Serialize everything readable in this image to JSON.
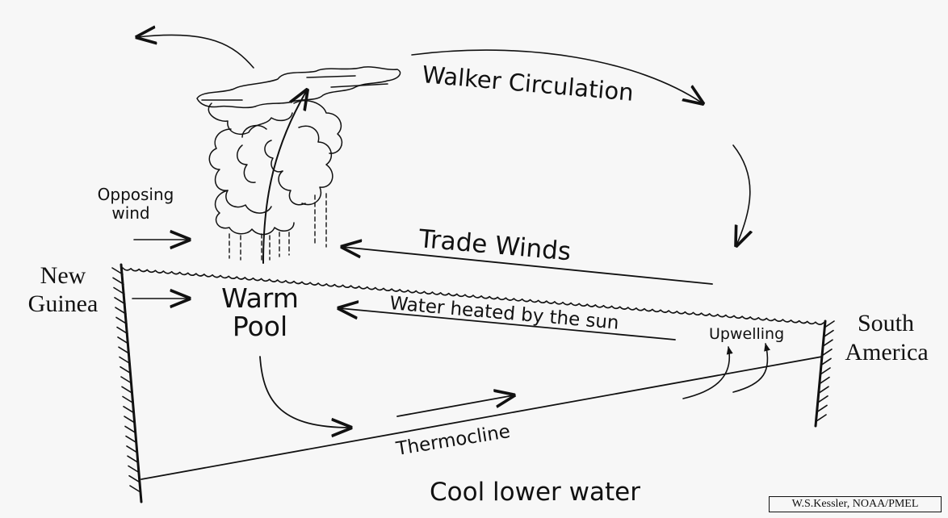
{
  "labels": {
    "walker": "Walker Circulation",
    "opposing_line1": "Opposing",
    "opposing_line2": "wind",
    "trade_winds": "Trade Winds",
    "new_guinea_line1": "New",
    "new_guinea_line2": "Guinea",
    "warm_line1": "Warm",
    "warm_line2": "Pool",
    "water_heated": "Water heated by the sun",
    "upwelling": "Upwelling",
    "south_line1": "South",
    "south_line2": "America",
    "thermocline": "Thermocline",
    "cool_lower": "Cool lower water"
  },
  "credit": "W.S.Kessler, NOAA/PMEL"
}
